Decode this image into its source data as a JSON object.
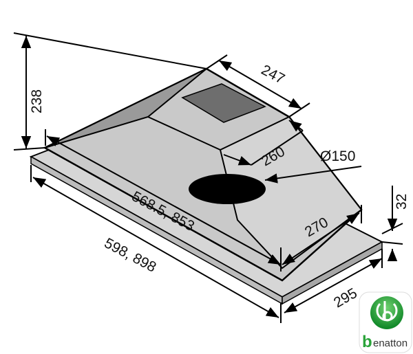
{
  "dimensions": {
    "height_total": "238",
    "top_depth": "247",
    "chimney_depth": "260",
    "outlet_diameter": "Ø150",
    "plate_height": "32",
    "inner_width": "568.5, 853",
    "inner_depth": "270",
    "outer_width": "598, 898",
    "outer_depth": "295"
  },
  "logo": {
    "mark": "b",
    "word": "enatton",
    "brand": "benatton",
    "color": "#2aa33a"
  },
  "colors": {
    "body": "#c9c9c9",
    "top_panel": "#6e6e6e",
    "outlet": "#000000"
  }
}
